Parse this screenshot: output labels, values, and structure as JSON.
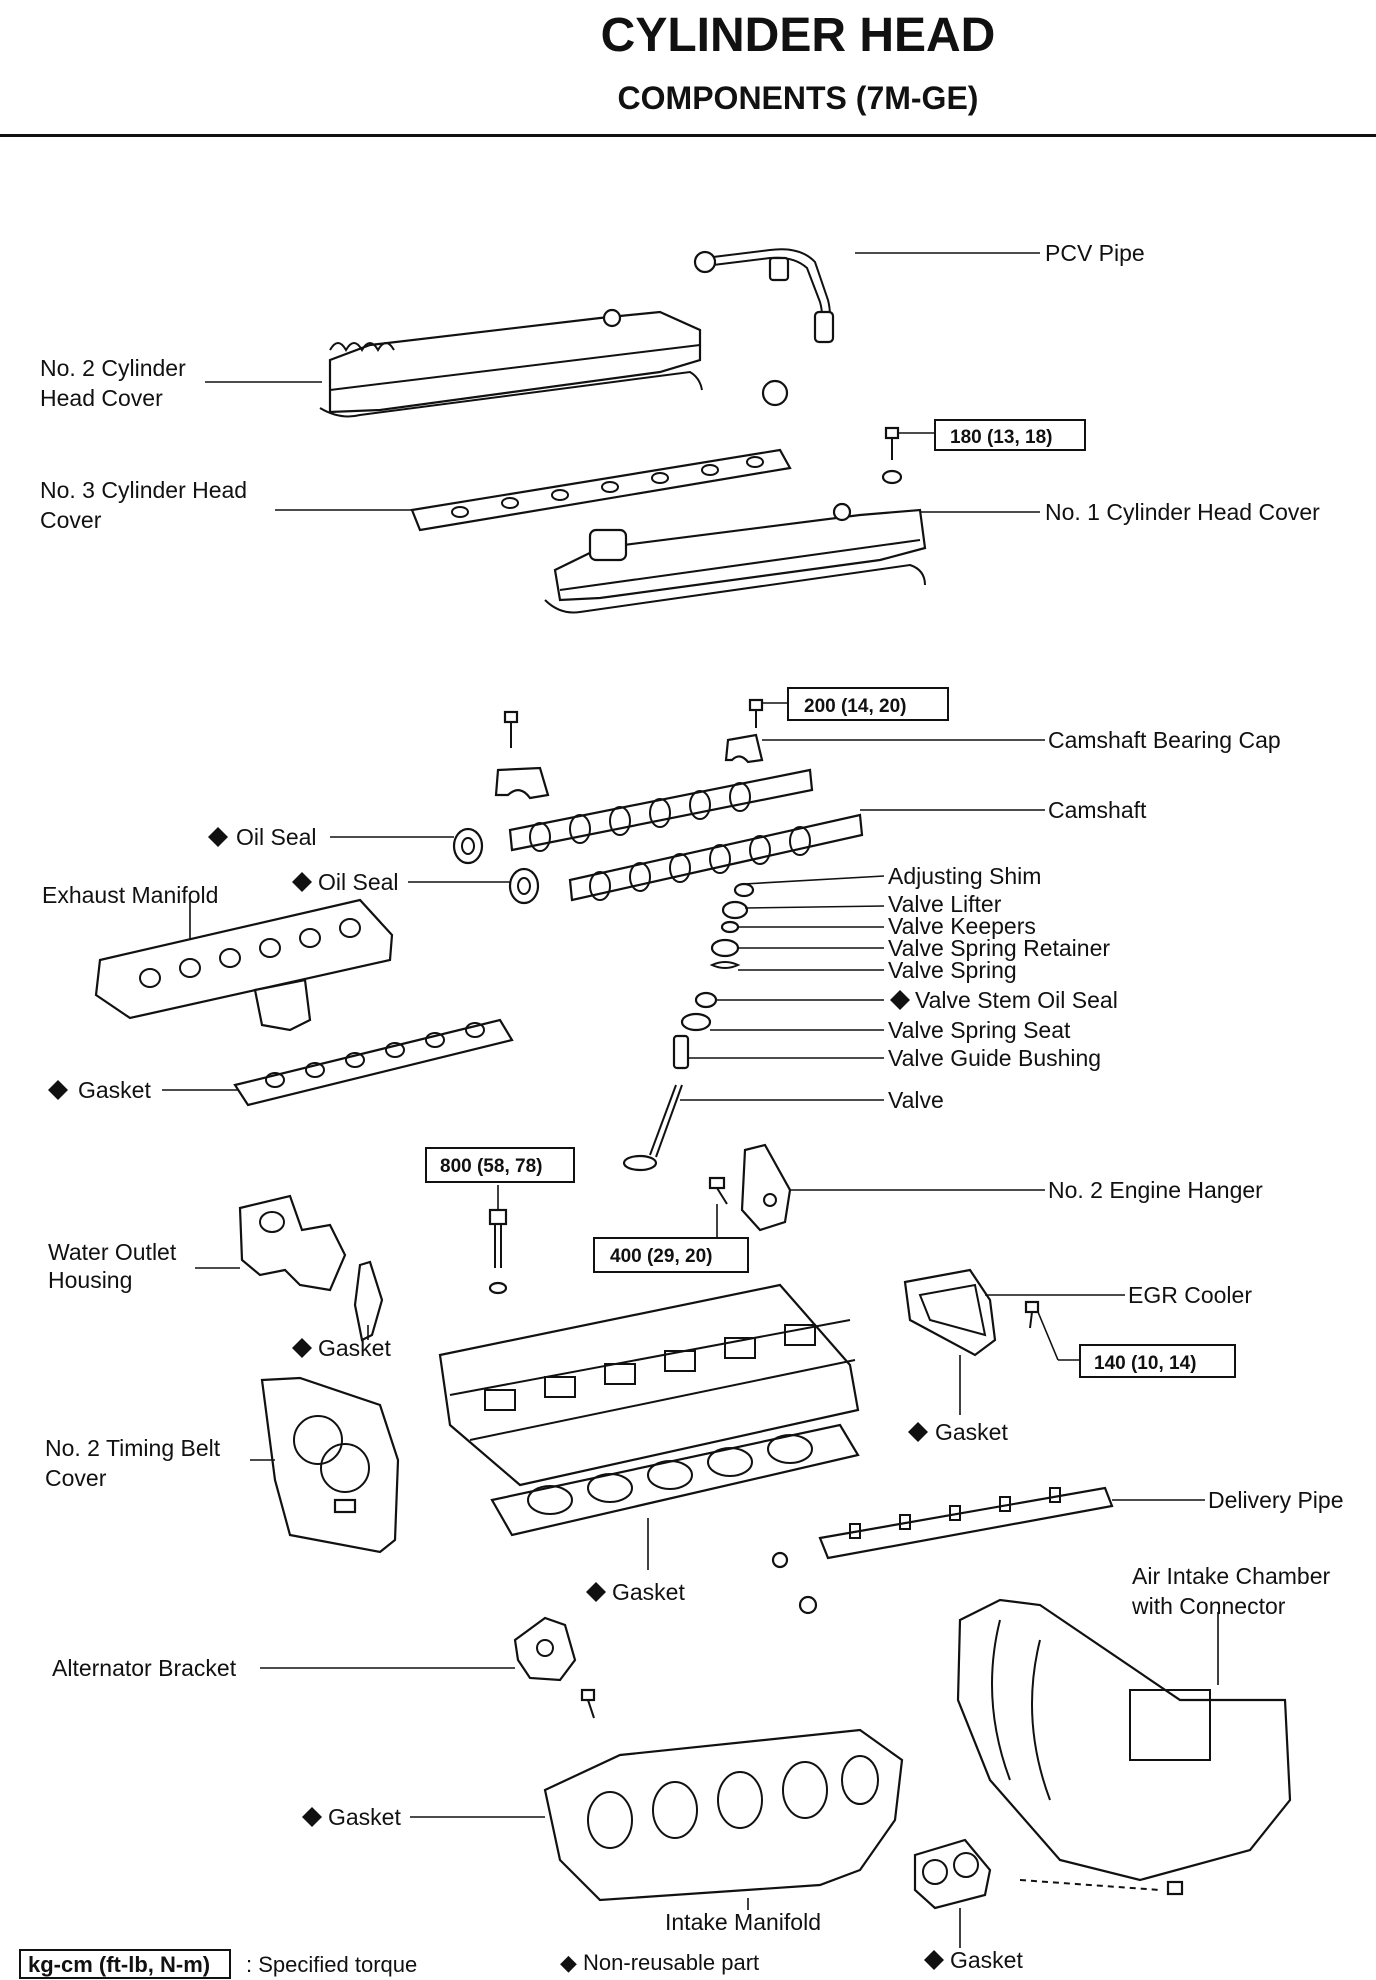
{
  "header": {
    "title": "CYLINDER HEAD",
    "subtitle": "COMPONENTS (7M-GE)"
  },
  "labels": {
    "pcv_pipe": "PCV Pipe",
    "no2_head_cover_l1": "No. 2 Cylinder",
    "no2_head_cover_l2": "Head Cover",
    "no3_head_cover_l1": "No. 3 Cylinder Head",
    "no3_head_cover_l2": "Cover",
    "no1_head_cover": "No. 1 Cylinder Head Cover",
    "camshaft_bearing_cap": "Camshaft Bearing Cap",
    "camshaft": "Camshaft",
    "oil_seal_1": "Oil Seal",
    "oil_seal_2": "Oil Seal",
    "exhaust_manifold": "Exhaust Manifold",
    "adjusting_shim": "Adjusting Shim",
    "valve_lifter": "Valve Lifter",
    "valve_keepers": "Valve Keepers",
    "valve_spring_retainer": "Valve Spring Retainer",
    "valve_spring": "Valve Spring",
    "valve_stem_oil_seal": "Valve Stem Oil Seal",
    "valve_spring_seat": "Valve Spring Seat",
    "valve_guide_bushing": "Valve Guide Bushing",
    "valve": "Valve",
    "gasket_exhaust": "Gasket",
    "no2_engine_hanger": "No. 2 Engine Hanger",
    "water_outlet_l1": "Water Outlet",
    "water_outlet_l2": "Housing",
    "gasket_water": "Gasket",
    "egr_cooler": "EGR Cooler",
    "gasket_egr": "Gasket",
    "no2_timing_belt_l1": "No. 2 Timing Belt",
    "no2_timing_belt_l2": "Cover",
    "delivery_pipe": "Delivery Pipe",
    "gasket_head": "Gasket",
    "air_intake_l1": "Air Intake Chamber",
    "air_intake_l2": "with Connector",
    "alternator_bracket": "Alternator Bracket",
    "gasket_intake": "Gasket",
    "intake_manifold": "Intake Manifold",
    "gasket_chamber": "Gasket"
  },
  "torques": {
    "t180": "180 (13, 18)",
    "t200": "200 (14, 20)",
    "t800": "800 (58, 78)",
    "t400": "400 (29, 20)",
    "t140": "140 (10, 14)"
  },
  "legend": {
    "torque_key": "kg-cm (ft-lb, N-m)",
    "torque_desc": ":  Specified torque",
    "nonreusable": "Non-reusable part"
  }
}
